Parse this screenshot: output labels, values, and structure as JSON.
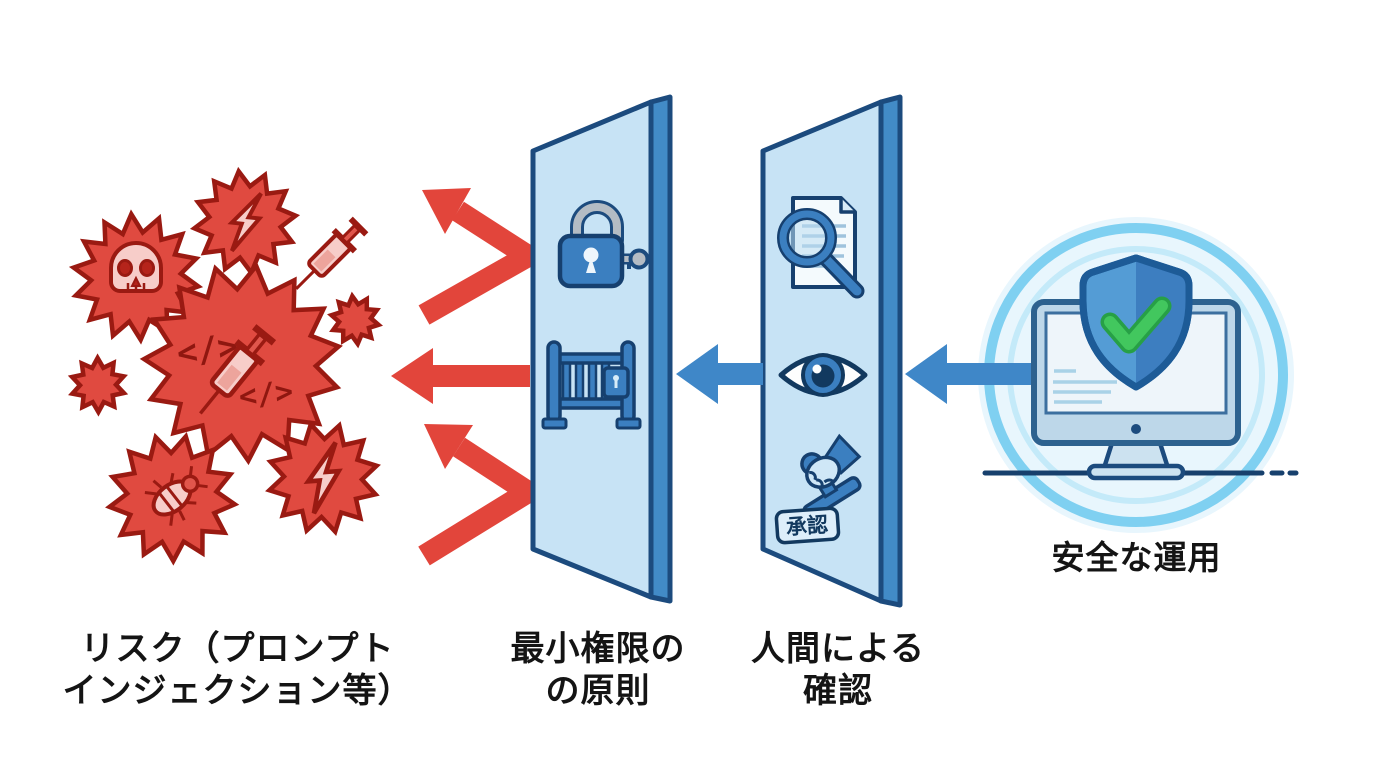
{
  "labels": {
    "risk": {
      "line1": "リスク（プロンプト",
      "line2": "インジェクション等）"
    },
    "least_privilege": {
      "line1": "最小権限の",
      "line2": "の原則"
    },
    "human_review": {
      "line1": "人間による",
      "line2": "確認"
    },
    "safe_operation": "安全な運用"
  },
  "inline_text": {
    "code_symbol": "</>",
    "approval_stamp": "承認"
  },
  "icons": {
    "risk_cluster": [
      "skull-icon",
      "lightning-icon",
      "syringe-icon",
      "code-injection-icon",
      "bug-icon"
    ],
    "wall_least_privilege": [
      "padlock-key-icon",
      "gate-icon"
    ],
    "wall_human_review": [
      "document-magnifier-icon",
      "eye-icon",
      "approval-stamp-icon"
    ],
    "safe_operation": [
      "monitor-icon",
      "shield-check-icon",
      "glow-circle"
    ]
  },
  "colors": {
    "risk_red": "#e04a40",
    "risk_red_dark": "#9a1a12",
    "risk_pink": "#f7cdc9",
    "wall_face": "#c7e3f5",
    "wall_side": "#428bc7",
    "outline_navy": "#1c4b7e",
    "icon_blue": "#3b7fc0",
    "arrow_blue": "#3f87c8",
    "glow_ring": "#7fd0f1",
    "check_green": "#42c75e",
    "label_text": "#141414",
    "background": "#ffffff"
  }
}
